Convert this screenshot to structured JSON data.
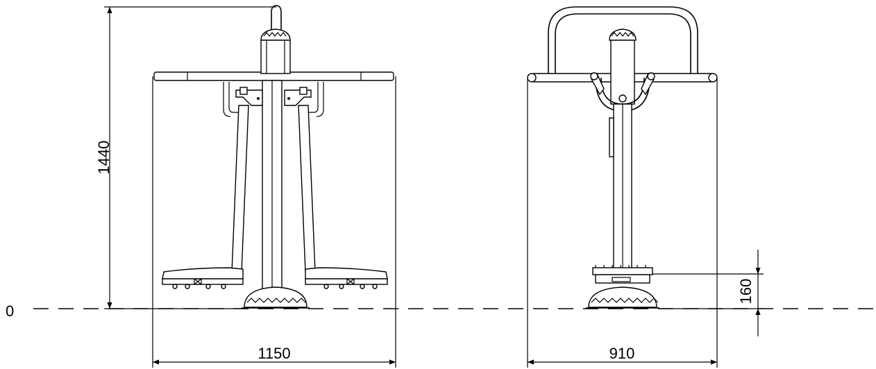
{
  "ground_label": "0",
  "dimensions": {
    "height": "1440",
    "width_front": "1150",
    "width_side": "910",
    "step_height": "160"
  }
}
